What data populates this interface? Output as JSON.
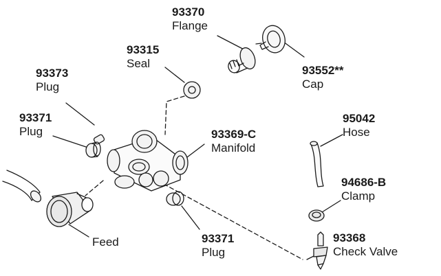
{
  "callouts": [
    {
      "id": "flange",
      "number": "93370",
      "name": "Flange"
    },
    {
      "id": "cap",
      "number": "93552**",
      "name": "Cap"
    },
    {
      "id": "seal",
      "number": "93315",
      "name": "Seal"
    },
    {
      "id": "plug-top",
      "number": "93373",
      "name": "Plug"
    },
    {
      "id": "plug-left",
      "number": "93371",
      "name": "Plug"
    },
    {
      "id": "manifold",
      "number": "93369-C",
      "name": "Manifold"
    },
    {
      "id": "hose",
      "number": "95042",
      "name": "Hose"
    },
    {
      "id": "clamp",
      "number": "94686-B",
      "name": "Clamp"
    },
    {
      "id": "feed",
      "number": "",
      "name": "Feed"
    },
    {
      "id": "plug-bottom",
      "number": "93371",
      "name": "Plug"
    },
    {
      "id": "check-valve",
      "number": "93368",
      "name": "Check Valve"
    }
  ]
}
